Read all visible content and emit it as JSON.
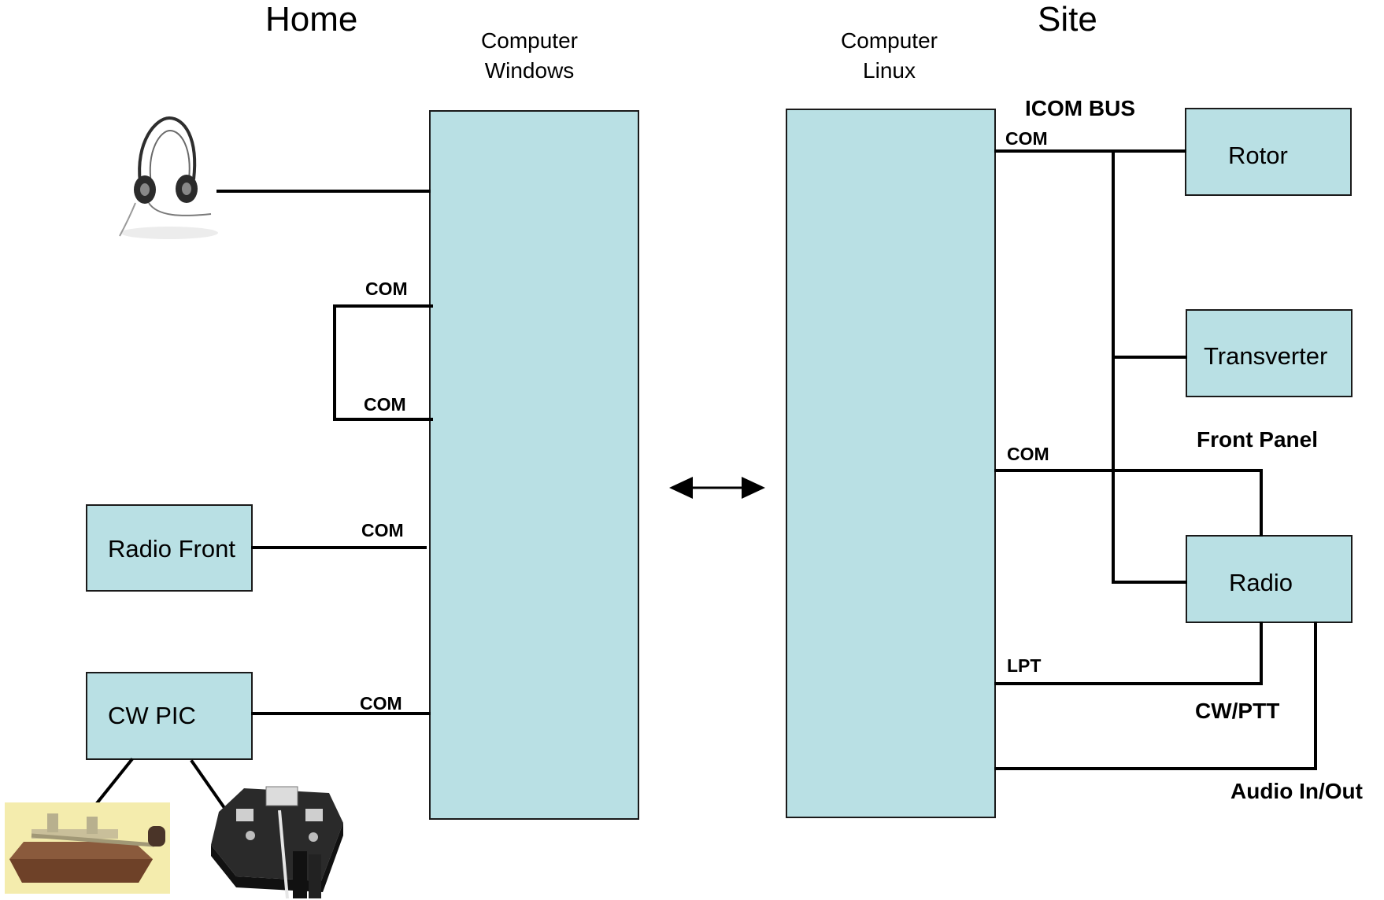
{
  "headings": {
    "home": "Home",
    "site": "Site"
  },
  "computers": {
    "windows": {
      "line1": "Computer",
      "line2": "Windows"
    },
    "linux": {
      "line1": "Computer",
      "line2": "Linux"
    }
  },
  "home_devices": {
    "radio_front": "Radio Front",
    "cw_pic": "CW PIC"
  },
  "site_devices": {
    "rotor": "Rotor",
    "transverter": "Transverter",
    "radio": "Radio"
  },
  "ports": {
    "com_loop_top": "COM",
    "com_loop_bottom": "COM",
    "com_radio_front": "COM",
    "com_cw_pic": "COM",
    "com_icom": "COM",
    "com_front_panel": "COM",
    "lpt": "LPT"
  },
  "bus_labels": {
    "icom_bus": "ICOM BUS",
    "front_panel": "Front Panel",
    "cw_ptt": "CW/PTT",
    "audio": "Audio In/Out"
  },
  "colors": {
    "box_fill": "#b9e0e4",
    "line": "#000000"
  },
  "icons": [
    "headset-icon",
    "straight-key-icon",
    "paddle-key-icon",
    "double-arrow-icon"
  ]
}
